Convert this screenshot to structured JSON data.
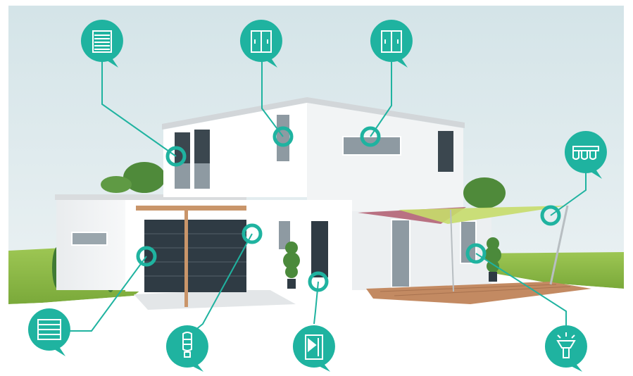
{
  "colors": {
    "accent": "#1fb3a0",
    "sky_top": "#d7e6ea",
    "sky_bottom": "#eef3f4",
    "grass": "#8fbf45",
    "wall": "#ffffff",
    "roof_edge": "#cfd3d6",
    "dark_panel": "#2f3b44",
    "wood": "#c9956a",
    "sail_green": "#c6dc6a",
    "sail_red": "#b05a6e",
    "deck": "#c38a62"
  },
  "hotspots": [
    {
      "id": "roller-shutter-upper",
      "icon": "roller-shutter-icon"
    },
    {
      "id": "window-upper-left",
      "icon": "window-icon"
    },
    {
      "id": "window-upper-right",
      "icon": "window-icon"
    },
    {
      "id": "awning",
      "icon": "awning-icon"
    },
    {
      "id": "roller-shutter-garage-side",
      "icon": "shutter-icon"
    },
    {
      "id": "garage-light",
      "icon": "light-bulb-icon"
    },
    {
      "id": "front-door",
      "icon": "door-icon"
    },
    {
      "id": "terrace-light",
      "icon": "outdoor-lamp-icon"
    }
  ]
}
